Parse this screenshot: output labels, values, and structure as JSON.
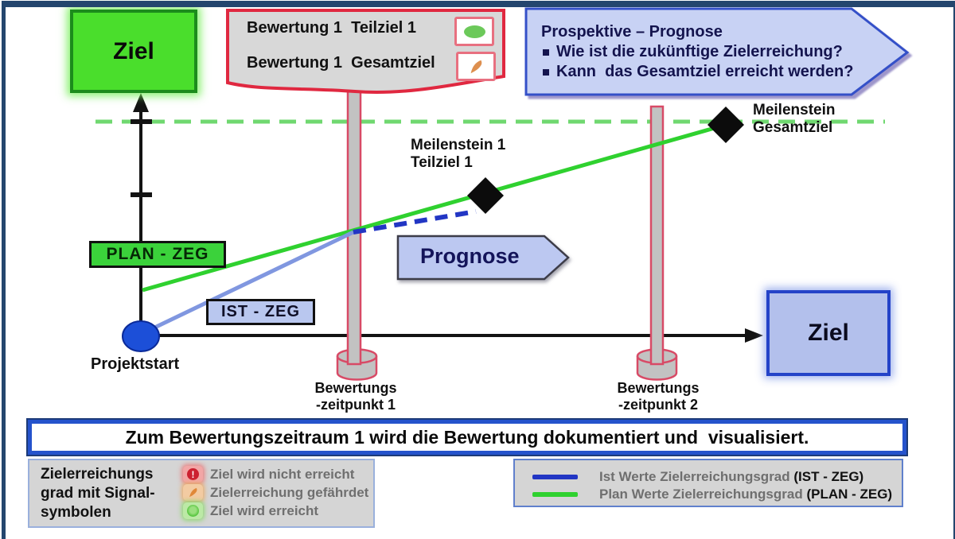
{
  "colors": {
    "frame_navy": "#24466e",
    "goal_green_fill": "#4ade2c",
    "goal_green_border": "#1c8c1c",
    "callout_border_red": "#e02840",
    "panel_gray": "#d8d8d8",
    "banner_blue_fill": "#c8d2f4",
    "banner_blue_border": "#3450c8",
    "plan_line_green": "#2fd12f",
    "ist_line_blue": "#8097e0",
    "prognose_dash_blue": "#2236c4",
    "target_dash_green": "#70d870",
    "pillar_border_red": "#d84a66",
    "projektstart_blue": "#1c4fd8",
    "legend_text_gray": "#6f6f6f"
  },
  "top": {
    "goal_box_label": "Ziel",
    "callout": {
      "rows": [
        {
          "label": "Bewertung 1  Teilziel 1",
          "icon": "green-ellipse-signal"
        },
        {
          "label": "Bewertung 1  Gesamtziel",
          "icon": "orange-crescent-signal"
        }
      ]
    },
    "prospective": {
      "title": "Prospektive – Prognose",
      "bullets": [
        "Wie ist die zukünftige Zielerreichung?",
        "Kann  das Gesamtziel erreicht werden?"
      ]
    }
  },
  "diagram": {
    "plan_zeg": "PLAN - ZEG",
    "ist_zeg": "IST - ZEG",
    "prognose": "Prognose",
    "projektstart": "Projektstart",
    "milestone_teilziel": {
      "line1": "Meilenstein 1",
      "line2": "Teilziel 1"
    },
    "milestone_gesamtziel": {
      "line1": "Meilenstein",
      "line2": "Gesamtziel"
    },
    "eval_point_1": {
      "line1": "Bewertungs",
      "line2": "-zeitpunkt 1"
    },
    "eval_point_2": {
      "line1": "Bewertungs",
      "line2": "-zeitpunkt 2"
    },
    "goal_box_right_label": "Ziel"
  },
  "statement_banner": "Zum Bewertungszeitraum 1 wird die Bewertung dokumentiert und  visualisiert.",
  "legend_signals": {
    "title_line1": "Zielerreichungs",
    "title_line2": "grad mit Signal-",
    "title_line3": "symbolen",
    "items": [
      {
        "icon": "red-exclamation-signal",
        "label": "Ziel wird nicht erreicht"
      },
      {
        "icon": "orange-crescent-signal",
        "label": "Zielerreichung gefährdet"
      },
      {
        "icon": "green-dot-signal",
        "label": "Ziel wird erreicht"
      }
    ]
  },
  "legend_lines": {
    "items": [
      {
        "swatch_color": "#2236c4",
        "text": "Ist Werte Zielerreichungsgrad ",
        "text_bold": "(IST - ZEG)"
      },
      {
        "swatch_color": "#2fd12f",
        "text": "Plan Werte Zielerreichungsgrad ",
        "text_bold": "(PLAN - ZEG)"
      }
    ]
  }
}
